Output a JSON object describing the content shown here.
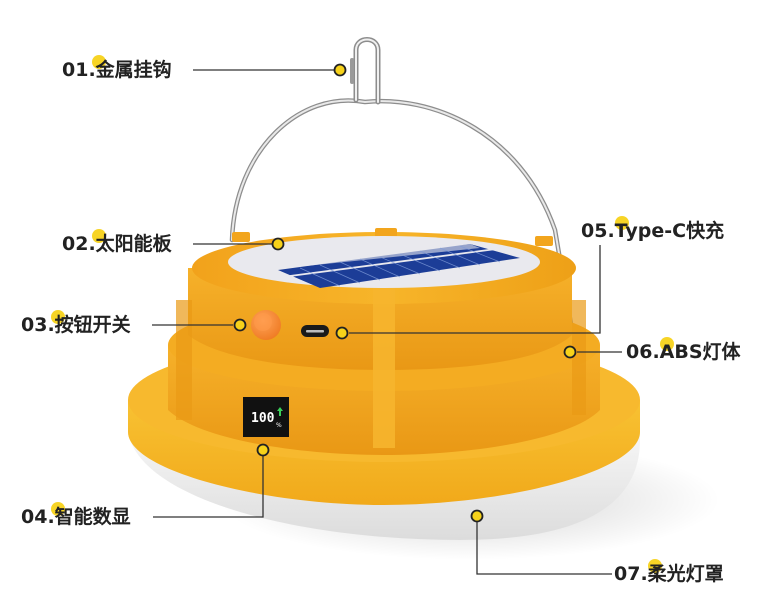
{
  "colors": {
    "accent_dot": "#f7d21a",
    "body_orange": "#f4a81d",
    "body_orange_dark": "#e08f12",
    "diffuser_white": "#f1f1f1",
    "solar_blue": "#1e3f9a",
    "leader_line": "#333333",
    "label_text": "#222222"
  },
  "callouts": [
    {
      "num": "01.",
      "text": "金属挂钩"
    },
    {
      "num": "02.",
      "text": "太阳能板"
    },
    {
      "num": "03.",
      "text": "按钮开关"
    },
    {
      "num": "04.",
      "text": "智能数显"
    },
    {
      "num": "05.",
      "text": "Type-C快充"
    },
    {
      "num": "06.",
      "text": "ABS灯体"
    },
    {
      "num": "07.",
      "text": "柔光灯罩"
    }
  ],
  "display": {
    "value": "100",
    "unit": "%"
  }
}
